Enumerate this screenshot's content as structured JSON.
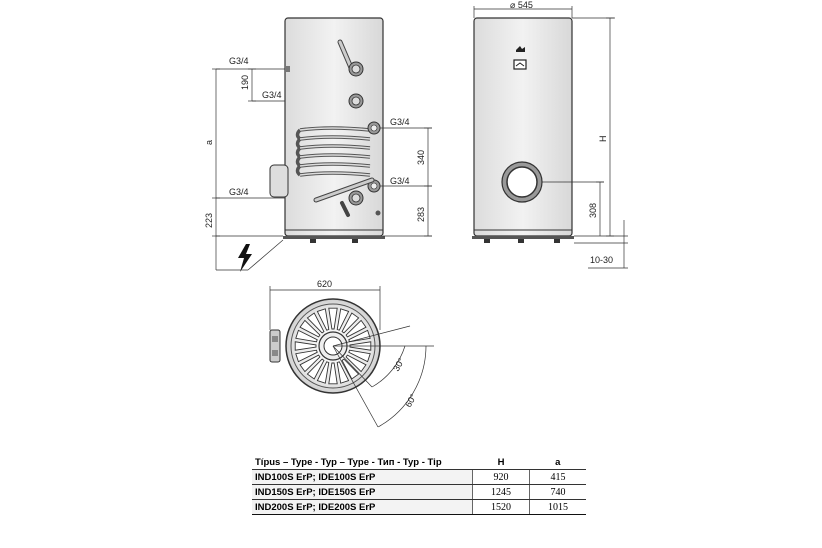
{
  "front_view": {
    "labels": {
      "g34_top": "G3/4",
      "dim_190": "190",
      "g34_mid": "G3/4",
      "g34_coil_top": "G3/4",
      "dim_a": "a",
      "dim_340": "340",
      "g34_coil_bottom": "G3/4",
      "g34_left_bottom": "G3/4",
      "dim_223": "223",
      "dim_283": "283"
    }
  },
  "side_view": {
    "labels": {
      "diameter": "⌀ 545",
      "dim_H": "H",
      "dim_308": "308",
      "dim_feet": "10-30"
    }
  },
  "top_view": {
    "labels": {
      "width": "620",
      "angle_30": "30°",
      "angle_60": "60°"
    }
  },
  "spec_table": {
    "headers": [
      "Típus – Type - Typ – Type - Тип - Tyр - Tip",
      "H",
      "a"
    ],
    "rows": [
      {
        "model": "IND100S ErP; IDE100S ErP",
        "H": "920",
        "a": "415"
      },
      {
        "model": "IND150S ErP; IDE150S ErP",
        "H": "1245",
        "a": "740"
      },
      {
        "model": "IND200S ErP; IDE200S ErP",
        "H": "1520",
        "a": "1015"
      }
    ]
  }
}
